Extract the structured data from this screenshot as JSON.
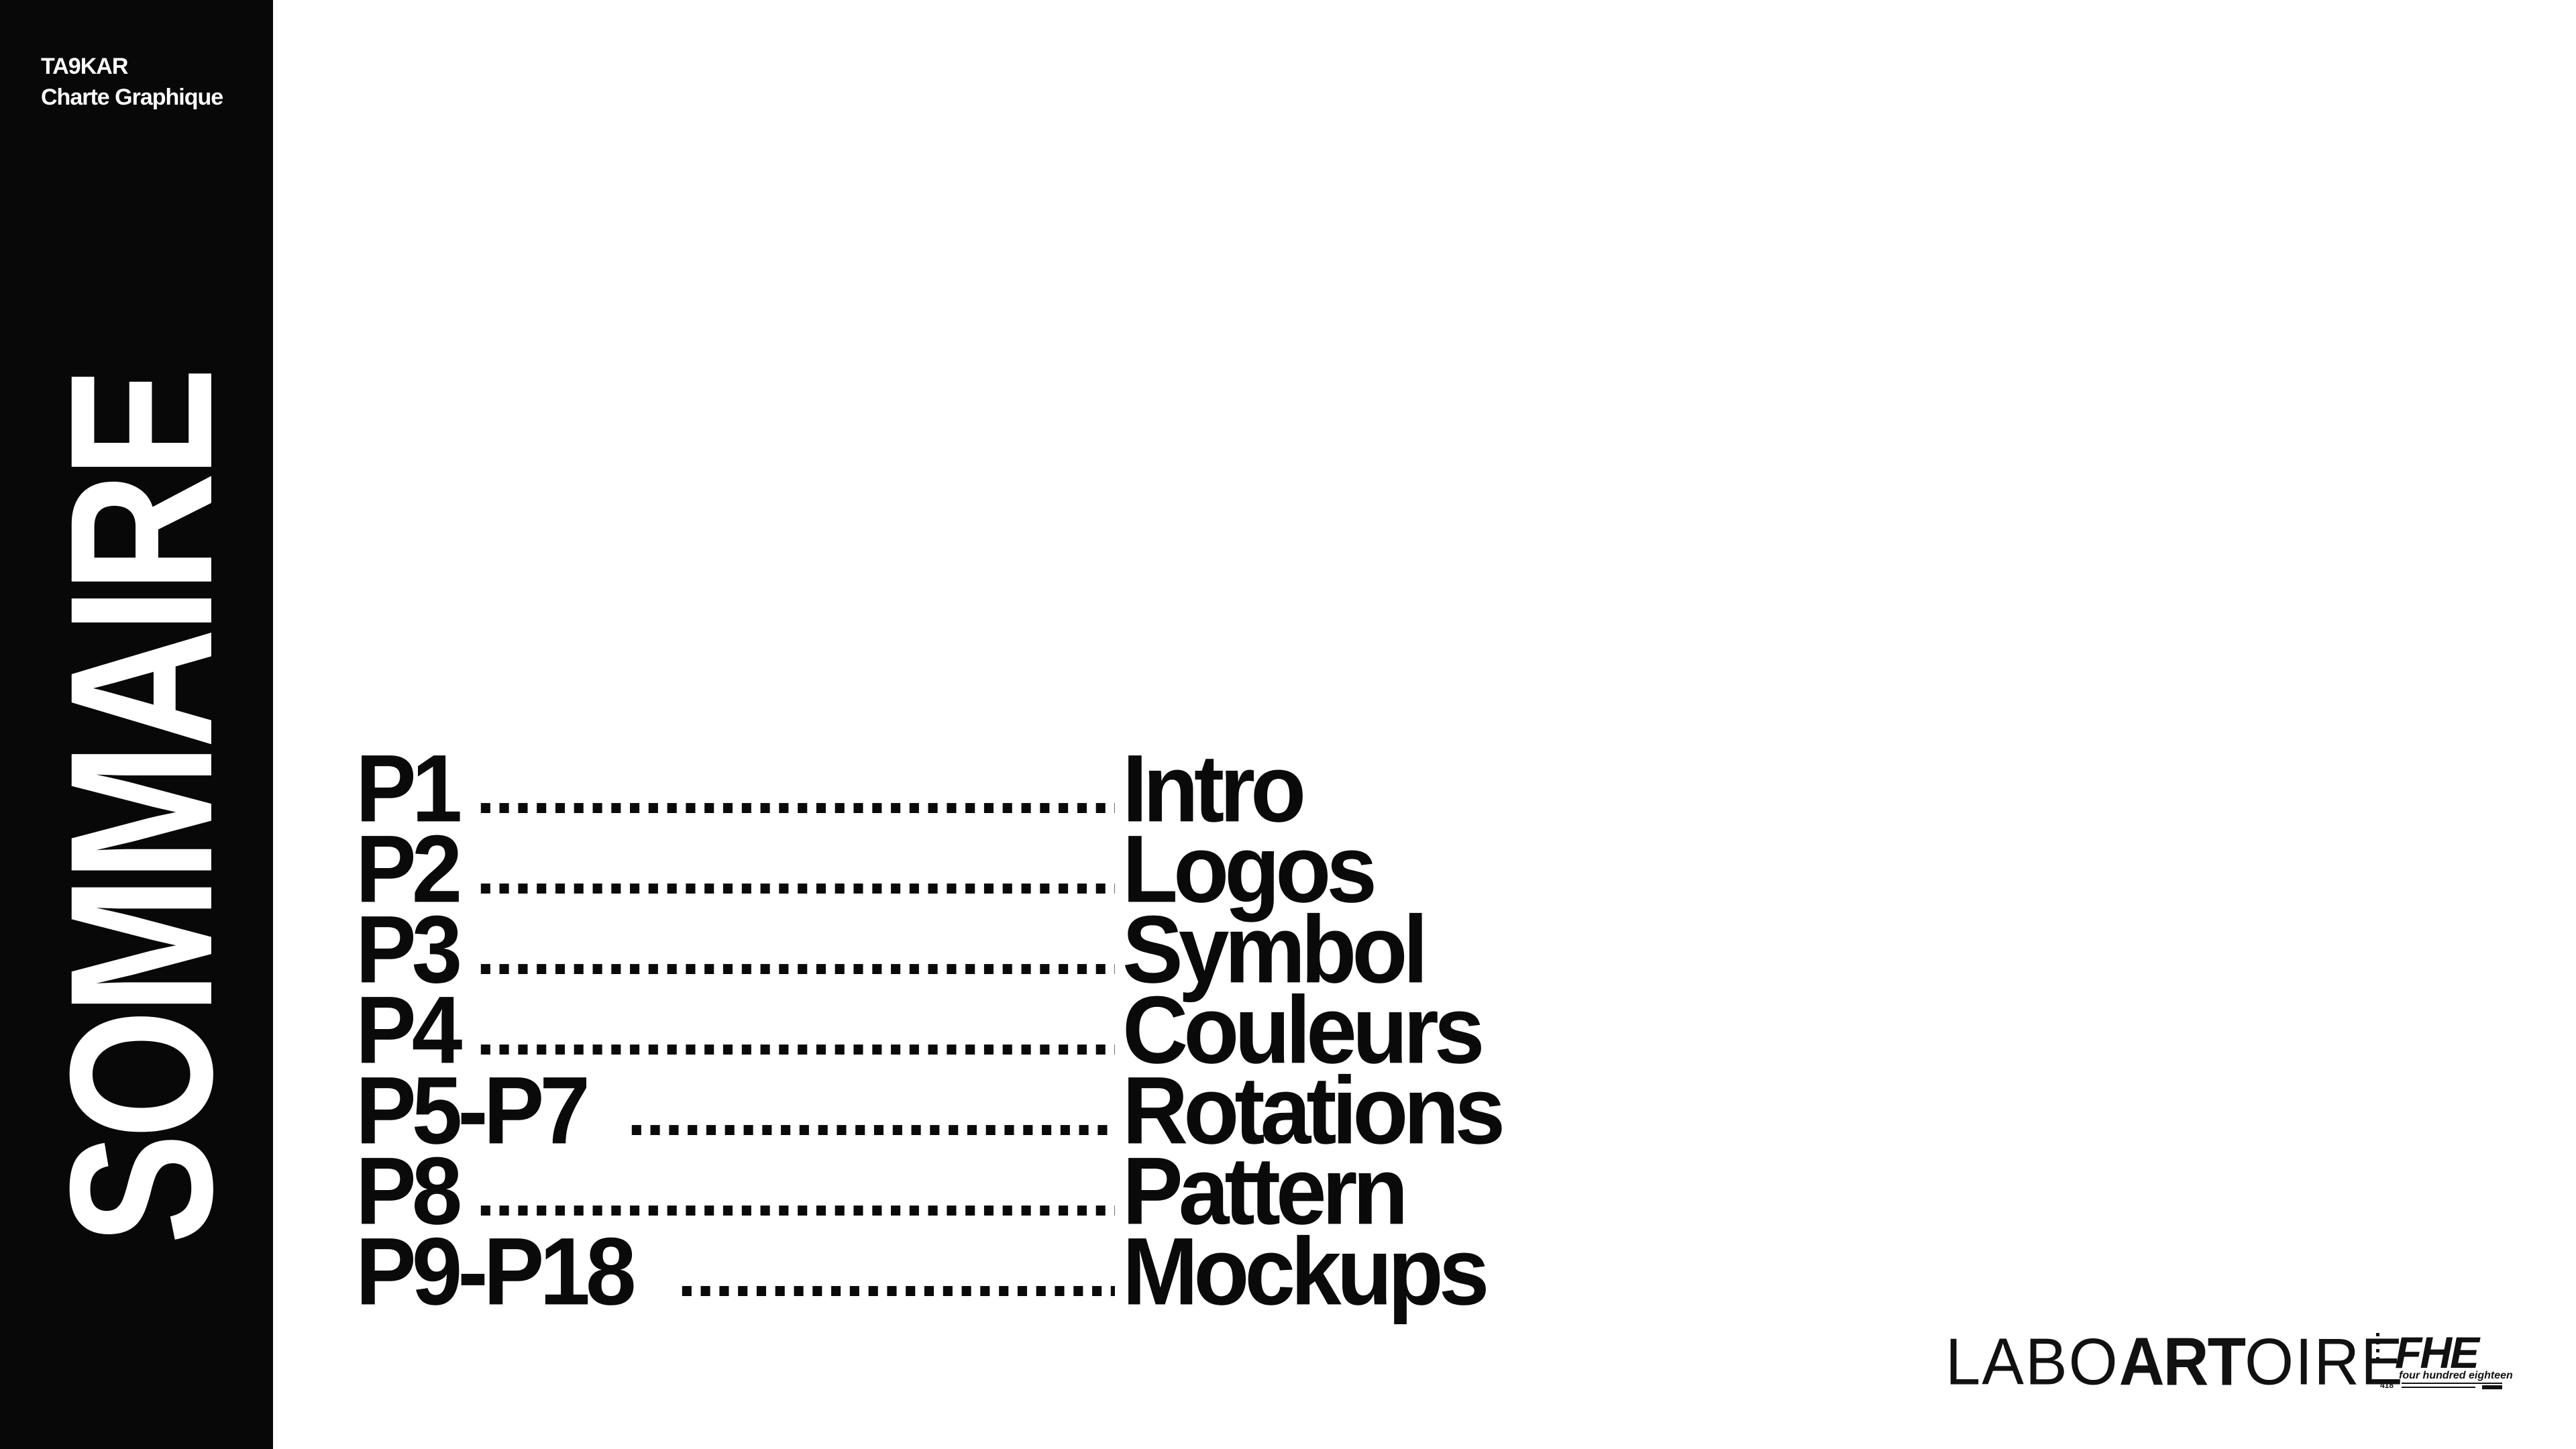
{
  "brand": {
    "name": "TA9KAR",
    "subtitle": "Charte Graphique"
  },
  "sidebar": {
    "title": "SOMMAIRE"
  },
  "toc": {
    "leader": "......................................................",
    "items": [
      {
        "page": "P1",
        "label": "Intro"
      },
      {
        "page": "P2",
        "label": "Logos"
      },
      {
        "page": "P3",
        "label": "Symbol"
      },
      {
        "page": "P4",
        "label": "Couleurs"
      },
      {
        "page": "P5-P7",
        "label": "Rotations"
      },
      {
        "page": "P8",
        "label": "Pattern"
      },
      {
        "page": "P9-P18",
        "label": "Mockups"
      }
    ]
  },
  "partners": {
    "labo_left": "LABO",
    "labo_mid": "ART",
    "labo_right": "OIRE",
    "fhe_logo": "FHE",
    "fhe_tagline": "four hundred eighteen",
    "fhe_number": "418"
  },
  "colors": {
    "sidebar": "#080808",
    "background": "#ffffff",
    "text": "#0a0a0a"
  }
}
